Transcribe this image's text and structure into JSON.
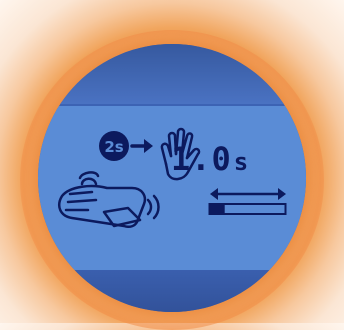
{
  "display": {
    "step_badge": "2s",
    "time_value": "1.0",
    "time_unit": "s",
    "progress_fraction": 0.2,
    "icons": [
      "hand-sensor-icon",
      "waving-hand-icon",
      "arrow-icon",
      "double-arrow-icon"
    ]
  },
  "colors": {
    "lcd_background": "#5a8cd6",
    "lcd_ink": "#0c1a5e",
    "bezel": "#3c63b4",
    "glow": "#f1a55d"
  }
}
